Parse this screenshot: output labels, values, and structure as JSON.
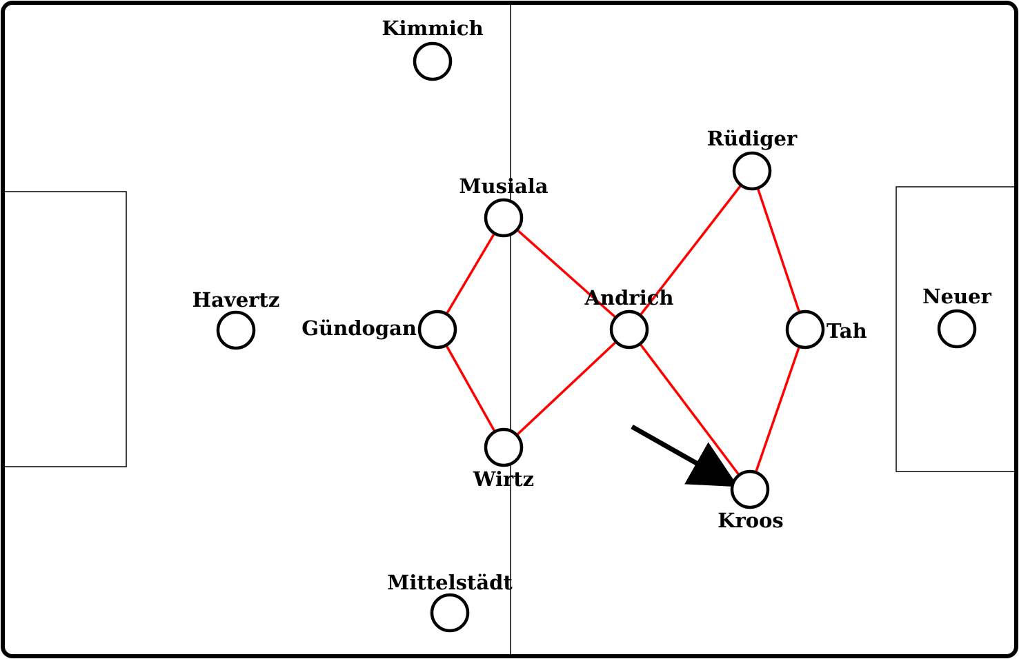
{
  "players": [
    {
      "id": "kimmich",
      "name": "Kimmich"
    },
    {
      "id": "musiala",
      "name": "Musiala"
    },
    {
      "id": "havertz",
      "name": "Havertz"
    },
    {
      "id": "gundogan",
      "name": "Gündogan"
    },
    {
      "id": "wirtz",
      "name": "Wirtz"
    },
    {
      "id": "mittelstadt",
      "name": "Mittelstädt"
    },
    {
      "id": "andrich",
      "name": "Andrich"
    },
    {
      "id": "rudiger",
      "name": "Rüdiger"
    },
    {
      "id": "tah",
      "name": "Tah"
    },
    {
      "id": "kroos",
      "name": "Kroos"
    },
    {
      "id": "neuer",
      "name": "Neuer"
    }
  ],
  "connections": [
    [
      "musiala",
      "gundogan"
    ],
    [
      "gundogan",
      "wirtz"
    ],
    [
      "musiala",
      "andrich"
    ],
    [
      "wirtz",
      "andrich"
    ],
    [
      "andrich",
      "rudiger"
    ],
    [
      "andrich",
      "kroos"
    ],
    [
      "rudiger",
      "tah"
    ],
    [
      "tah",
      "kroos"
    ]
  ],
  "movement_arrow": {
    "player": "kroos"
  },
  "colors": {
    "pitch_lines": "#000000",
    "player_circle": "#000000",
    "connection_line": "#ff0000",
    "arrow": "#000000",
    "background": "#ffffff"
  }
}
